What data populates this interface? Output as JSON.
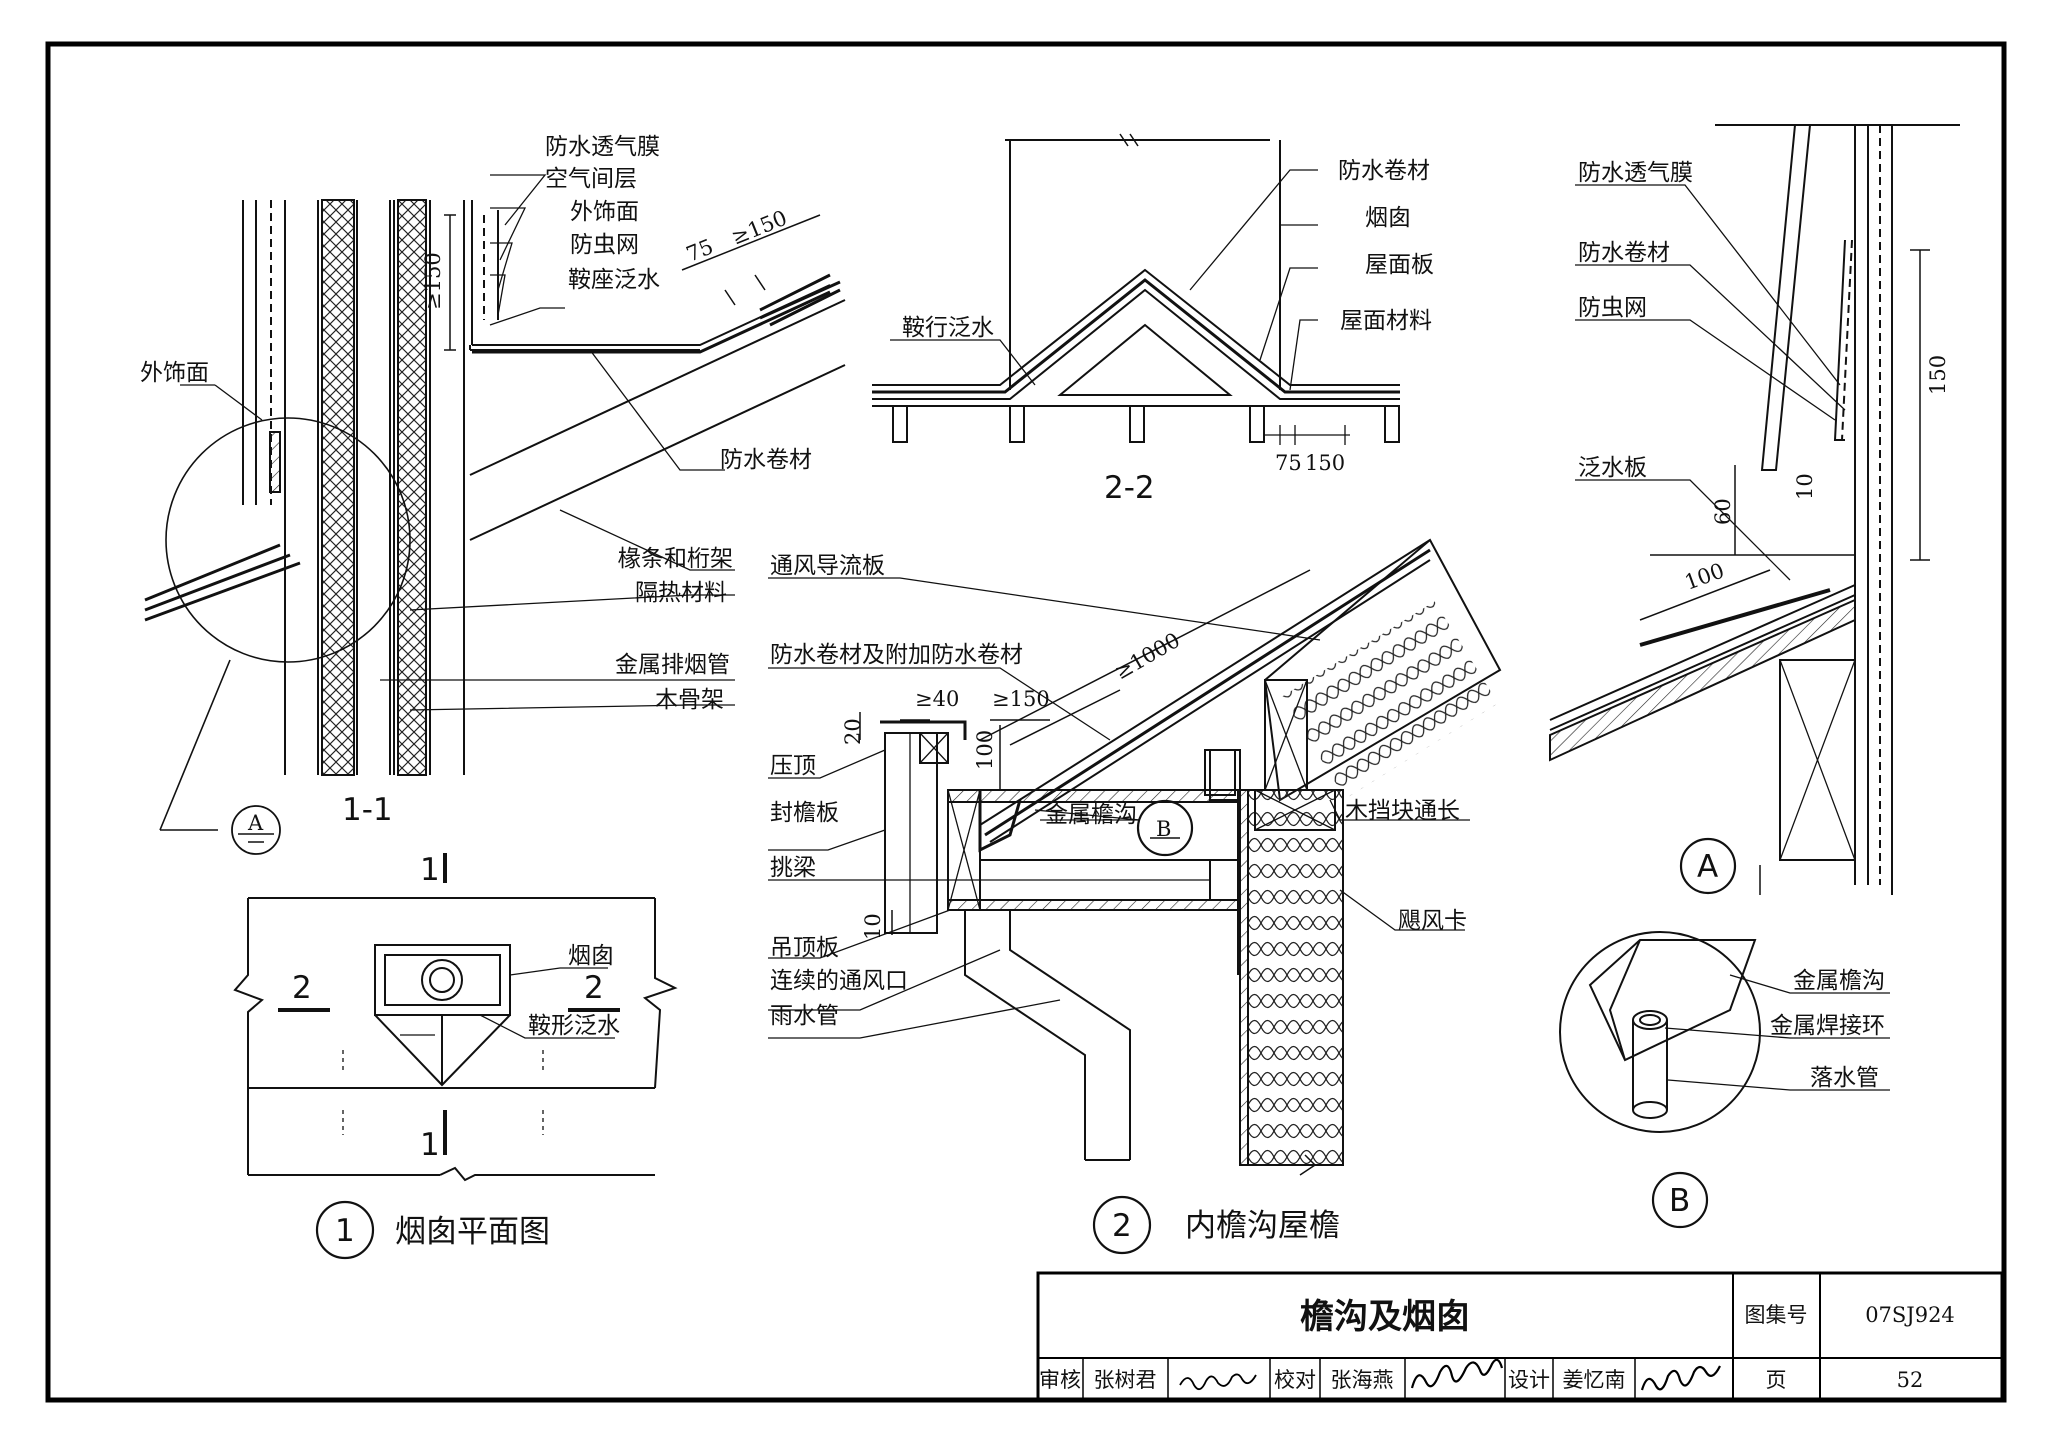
{
  "detail_1_1": {
    "labels": [
      "防水透气膜",
      "空气间层",
      "外饰面",
      "防虫网",
      "鞍座泛水",
      "外饰面",
      "防水卷材",
      "椽条和桁架",
      "隔热材料",
      "金属排烟管",
      "木骨架"
    ],
    "dims": [
      "≥150",
      "75",
      "≥150"
    ],
    "section": "1-1",
    "callout": "A"
  },
  "detail_2_2": {
    "labels": [
      "防水卷材",
      "烟囱",
      "屋面板",
      "屋面材料",
      "鞍行泛水"
    ],
    "dims": [
      "75",
      "150"
    ],
    "section": "2-2"
  },
  "detail_A": {
    "labels": [
      "防水透气膜",
      "防水卷材",
      "防虫网",
      "泛水板"
    ],
    "dims": [
      "150",
      "60",
      "10",
      "100"
    ],
    "id": "A"
  },
  "detail_B": {
    "labels": [
      "金属檐沟",
      "金属焊接环",
      "落水管"
    ],
    "id": "B"
  },
  "plan_1": {
    "labels": [
      "烟囱",
      "鞍形泛水"
    ],
    "marks": [
      "1",
      "1",
      "2",
      "2"
    ],
    "number": "1",
    "title": "烟囱平面图"
  },
  "eave_2": {
    "labels": [
      "通风导流板",
      "防水卷材及附加防水卷材",
      "压顶",
      "封檐板",
      "挑梁",
      "吊顶板",
      "连续的通风口",
      "雨水管",
      "金属檐沟",
      "木挡块通长",
      "飓风卡"
    ],
    "dims": [
      "≥1000",
      "≥40",
      "≥150",
      "20",
      "100",
      "10"
    ],
    "callout": "B",
    "number": "2",
    "title": "内檐沟屋檐"
  },
  "title_block": {
    "title": "檐沟及烟囱",
    "atlas_label": "图集号",
    "atlas_no": "07SJ924",
    "review_label": "审核",
    "reviewer": "张树君",
    "check_label": "校对",
    "checker": "张海燕",
    "design_label": "设计",
    "designer": "姜忆南",
    "page_label": "页",
    "page_no": "52"
  }
}
